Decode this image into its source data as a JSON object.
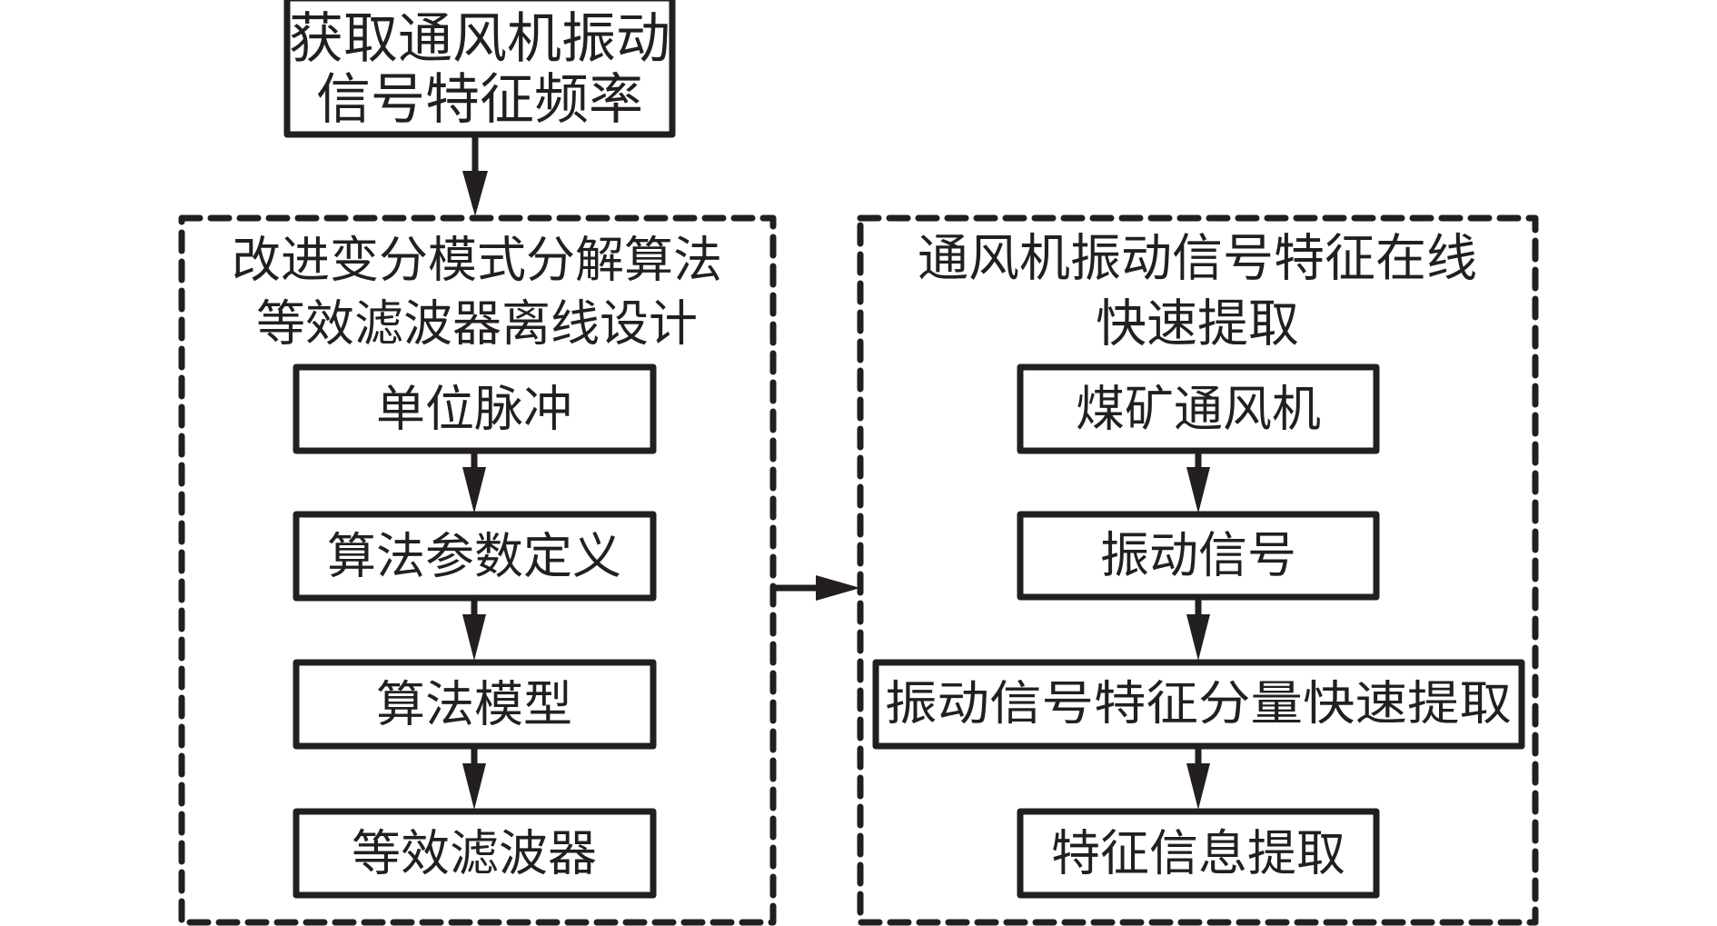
{
  "diagram": {
    "type": "flowchart",
    "top_box": {
      "lines": [
        "获取通风机振动",
        "信号特征频率"
      ]
    },
    "left_group": {
      "title_lines": [
        "改进变分模式分解算法",
        "等效滤波器离线设计"
      ],
      "steps": [
        "单位脉冲",
        "算法参数定义",
        "算法模型",
        "等效滤波器"
      ]
    },
    "right_group": {
      "title_lines": [
        "通风机振动信号特征在线",
        "快速提取"
      ],
      "steps": [
        "煤矿通风机",
        "振动信号",
        "振动信号特征分量快速提取",
        "特征信息提取"
      ]
    },
    "connections": [
      {
        "from": "top_box",
        "to": "left_group"
      },
      {
        "from": "left_group",
        "to": "right_group"
      },
      {
        "from": "单位脉冲",
        "to": "算法参数定义"
      },
      {
        "from": "算法参数定义",
        "to": "算法模型"
      },
      {
        "from": "算法模型",
        "to": "等效滤波器"
      },
      {
        "from": "煤矿通风机",
        "to": "振动信号"
      },
      {
        "from": "振动信号",
        "to": "振动信号特征分量快速提取"
      },
      {
        "from": "振动信号特征分量快速提取",
        "to": "特征信息提取"
      }
    ],
    "colors": {
      "stroke": "#231f20",
      "background": "#ffffff"
    }
  }
}
